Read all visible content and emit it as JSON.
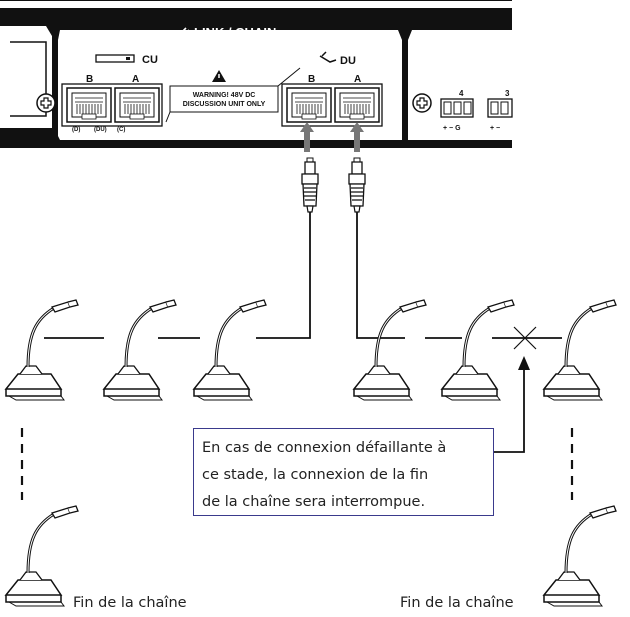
{
  "panel": {
    "title": "LINK / CHAIN",
    "cu_label": "CU",
    "du_label": "DU",
    "port_b": "B",
    "port_a": "A",
    "sub_d": "(D)",
    "sub_du": "(DU)",
    "sub_c": "(C)",
    "warning_line1": "WARNING! 48V DC",
    "warning_line2": "DISCUSSION UNIT ONLY",
    "terminal_4": "4",
    "terminal_3": "3",
    "terminal_pm": "+ −  G",
    "terminal_pm2": "+ −"
  },
  "callout": {
    "line1": "En cas de connexion défaillante à",
    "line2": "ce stade, la connexion de la fin",
    "line3": "de la chaîne sera interrompue."
  },
  "end_left": "Fin de la chaîne",
  "end_right": "Fin de la chaîne",
  "icons": [
    "link-icon",
    "warning-icon",
    "microphone-icon",
    "rj45-plug-icon",
    "break-mark-icon"
  ]
}
